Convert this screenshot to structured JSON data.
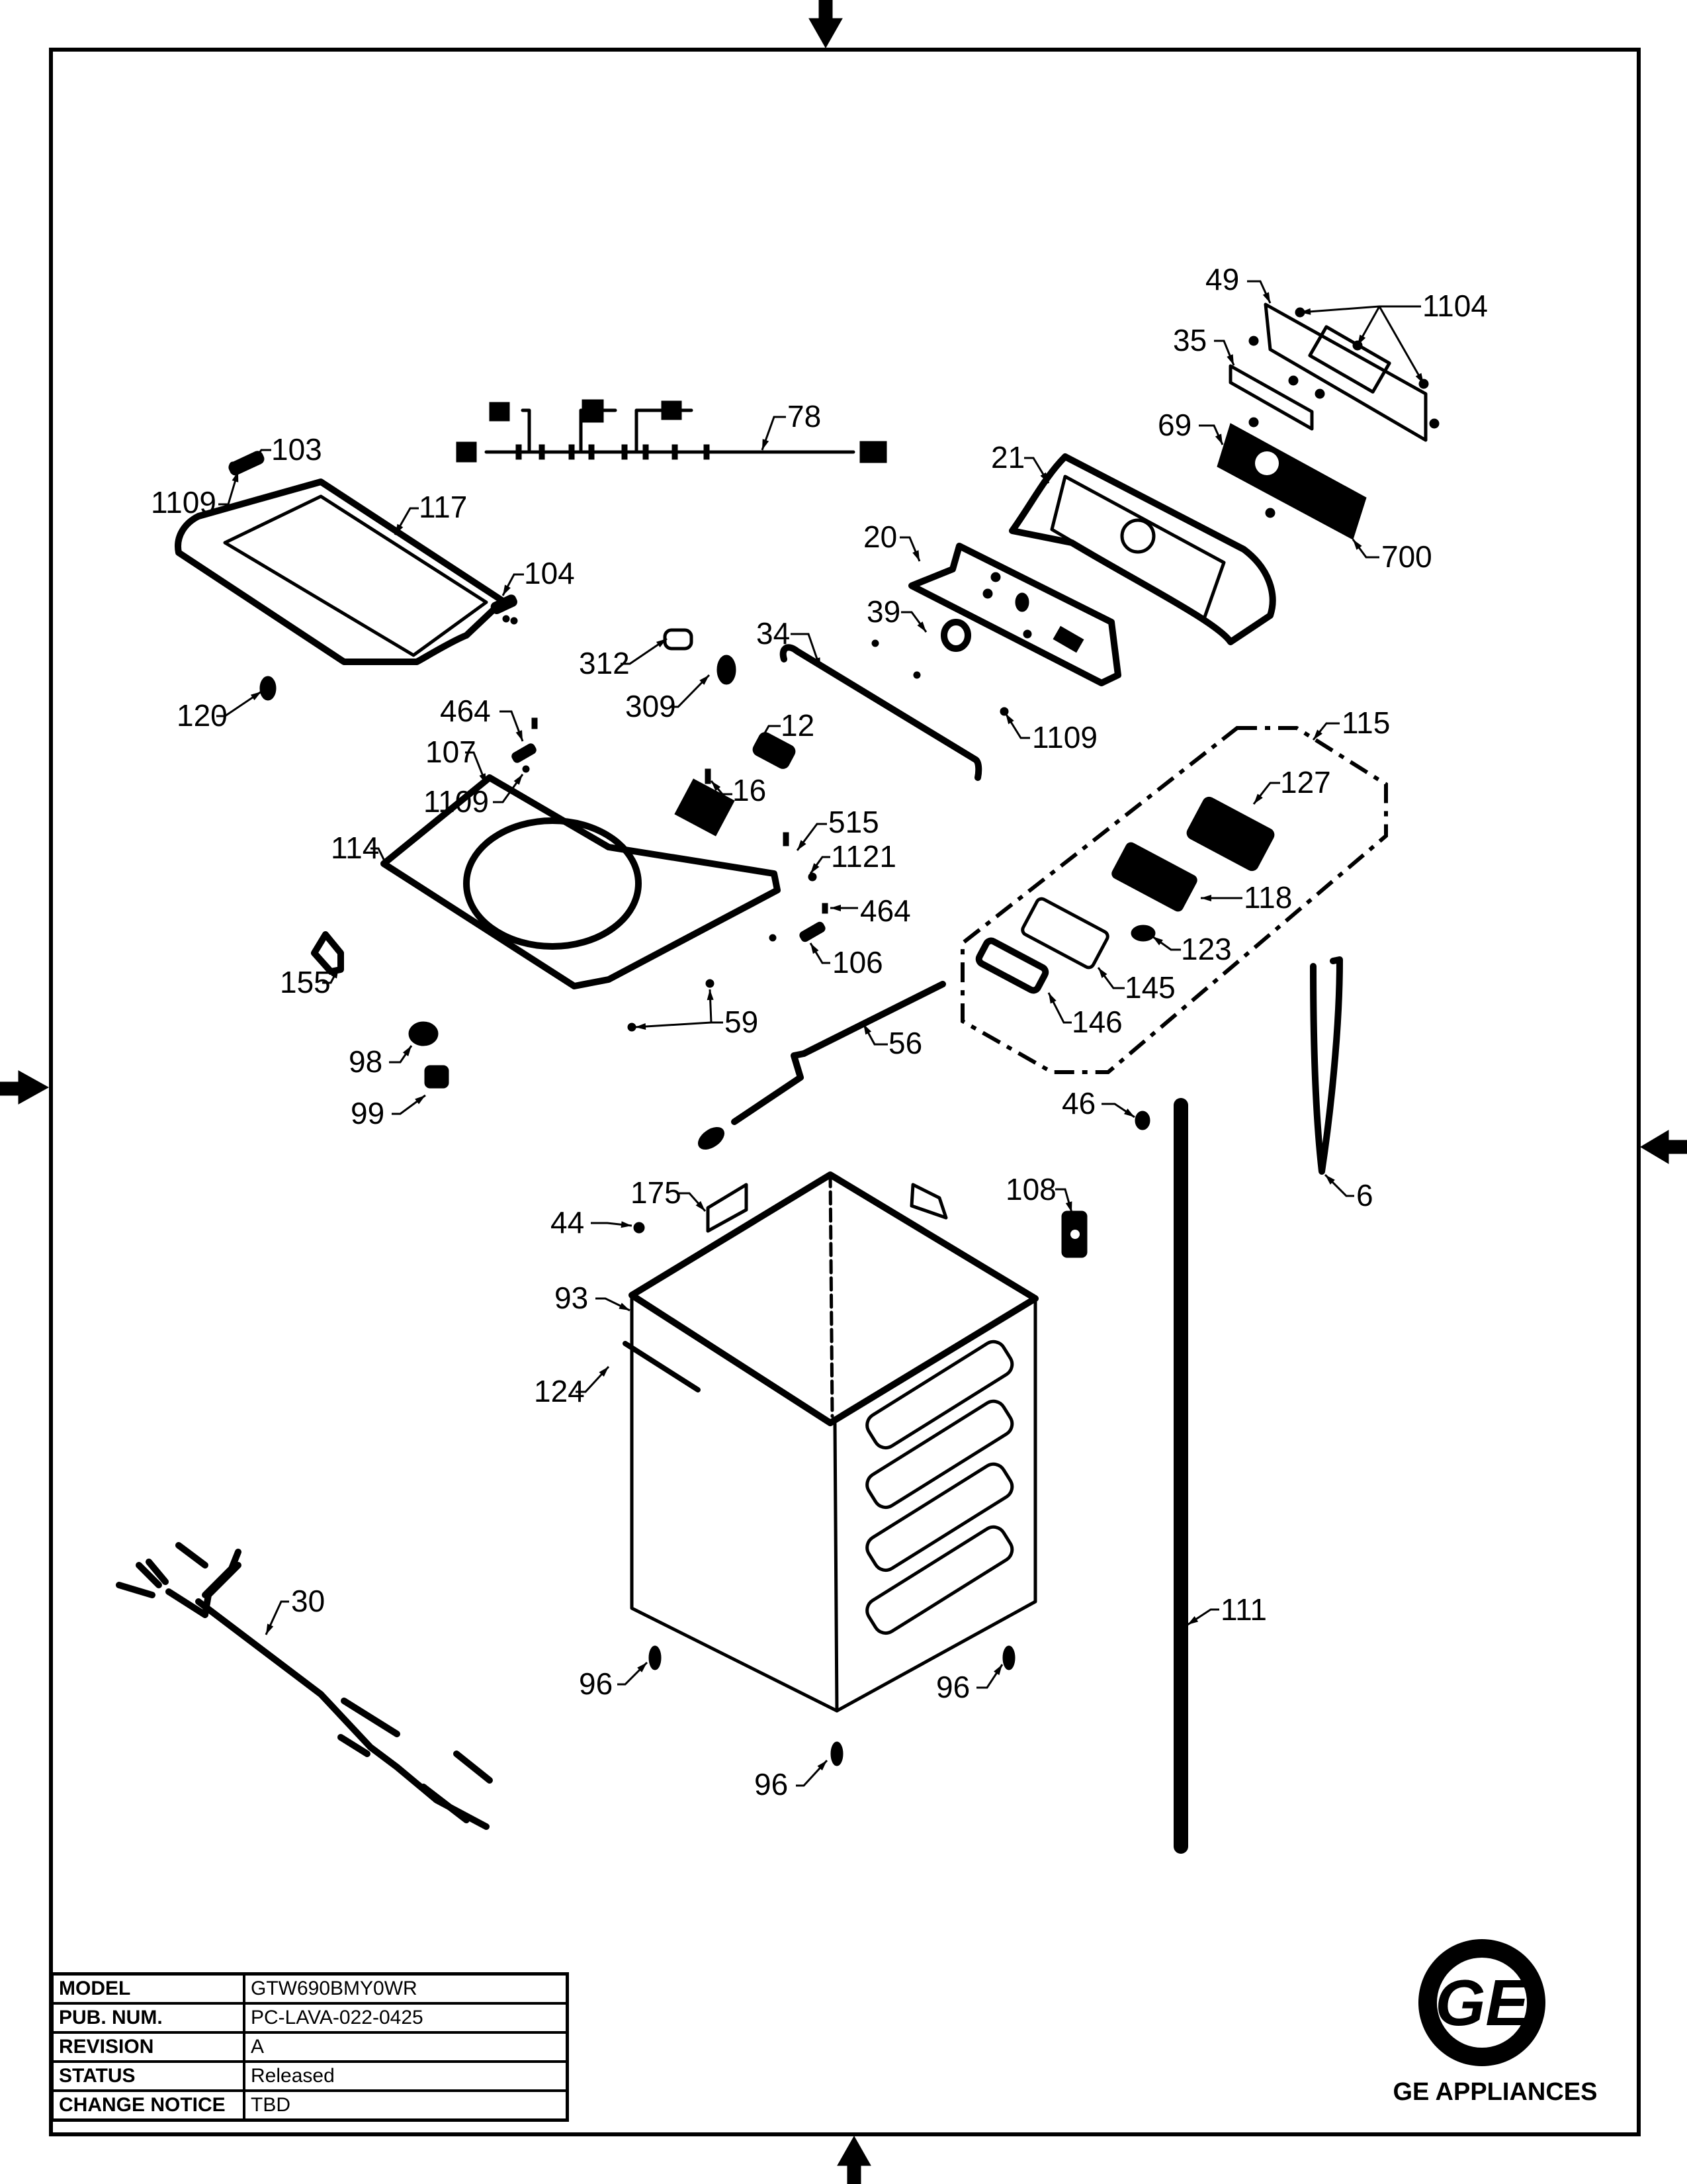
{
  "diagram": {
    "type": "exploded-parts-diagram",
    "subject": "Top-load washer cabinet and top assembly",
    "callouts": [
      {
        "id": "c1104",
        "label": "1104"
      },
      {
        "id": "c49",
        "label": "49"
      },
      {
        "id": "c35",
        "label": "35"
      },
      {
        "id": "c69",
        "label": "69"
      },
      {
        "id": "c700",
        "label": "700"
      },
      {
        "id": "c21",
        "label": "21"
      },
      {
        "id": "c20",
        "label": "20"
      },
      {
        "id": "c39",
        "label": "39"
      },
      {
        "id": "c78",
        "label": "78"
      },
      {
        "id": "c103",
        "label": "103"
      },
      {
        "id": "c1109a",
        "label": "1109"
      },
      {
        "id": "c117",
        "label": "117"
      },
      {
        "id": "c104",
        "label": "104"
      },
      {
        "id": "c120",
        "label": "120"
      },
      {
        "id": "c312",
        "label": "312"
      },
      {
        "id": "c309",
        "label": "309"
      },
      {
        "id": "c34",
        "label": "34"
      },
      {
        "id": "c1109b",
        "label": "1109"
      },
      {
        "id": "c12",
        "label": "12"
      },
      {
        "id": "c464a",
        "label": "464"
      },
      {
        "id": "c107",
        "label": "107"
      },
      {
        "id": "c1109c",
        "label": "1109"
      },
      {
        "id": "c16",
        "label": "16"
      },
      {
        "id": "c114",
        "label": "114"
      },
      {
        "id": "c515",
        "label": "515"
      },
      {
        "id": "c1121",
        "label": "1121"
      },
      {
        "id": "c464b",
        "label": "464"
      },
      {
        "id": "c106",
        "label": "106"
      },
      {
        "id": "c155",
        "label": "155"
      },
      {
        "id": "c59",
        "label": "59"
      },
      {
        "id": "c56",
        "label": "56"
      },
      {
        "id": "c98",
        "label": "98"
      },
      {
        "id": "c99",
        "label": "99"
      },
      {
        "id": "c115",
        "label": "115"
      },
      {
        "id": "c127",
        "label": "127"
      },
      {
        "id": "c118",
        "label": "118"
      },
      {
        "id": "c123",
        "label": "123"
      },
      {
        "id": "c145",
        "label": "145"
      },
      {
        "id": "c146",
        "label": "146"
      },
      {
        "id": "c46",
        "label": "46"
      },
      {
        "id": "c6",
        "label": "6"
      },
      {
        "id": "c108",
        "label": "108"
      },
      {
        "id": "c175",
        "label": "175"
      },
      {
        "id": "c44",
        "label": "44"
      },
      {
        "id": "c93",
        "label": "93"
      },
      {
        "id": "c124",
        "label": "124"
      },
      {
        "id": "c30",
        "label": "30"
      },
      {
        "id": "c111",
        "label": "111"
      },
      {
        "id": "c96a",
        "label": "96"
      },
      {
        "id": "c96b",
        "label": "96"
      },
      {
        "id": "c96c",
        "label": "96"
      }
    ]
  },
  "title_block": {
    "rows": [
      {
        "key": "MODEL",
        "value": "GTW690BMY0WR"
      },
      {
        "key": "PUB. NUM.",
        "value": "PC-LAVA-022-0425"
      },
      {
        "key": "REVISION",
        "value": "A"
      },
      {
        "key": "STATUS",
        "value": "Released"
      },
      {
        "key": "CHANGE NOTICE",
        "value": "TBD"
      }
    ]
  },
  "brand": {
    "name": "GE APPLIANCES",
    "logo_icon": "ge-monogram-logo"
  },
  "registration_marks": [
    "arrow-down-top",
    "arrow-right-left",
    "arrow-left-right",
    "arrow-up-bottom"
  ]
}
